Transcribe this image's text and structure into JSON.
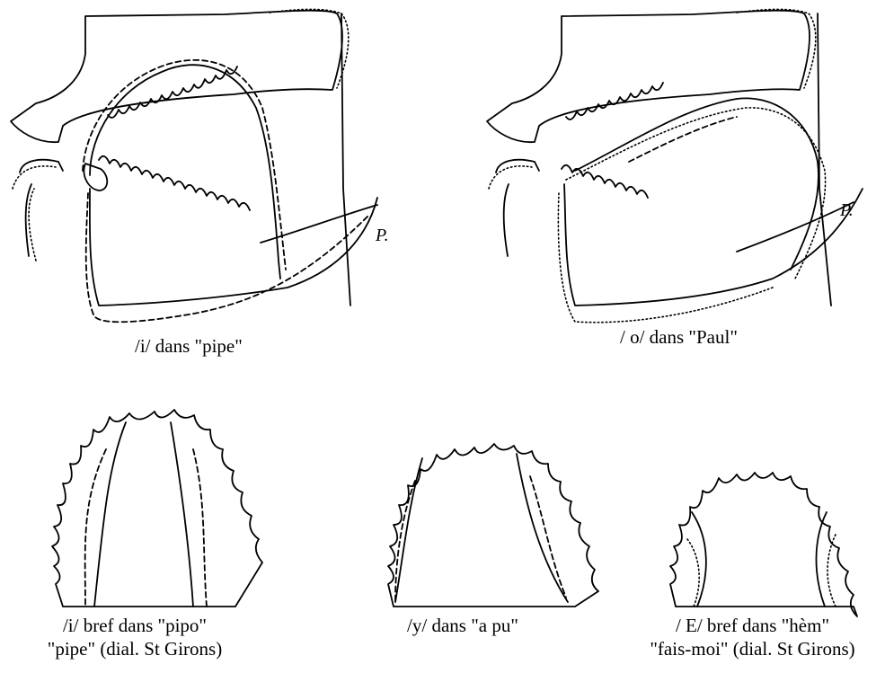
{
  "figures": {
    "sagittal_i": {
      "caption": "/i/ dans \"pipe\"",
      "marker": "P."
    },
    "sagittal_o": {
      "caption": "/ o/ dans \"Paul\"",
      "marker": "P."
    },
    "palate_i": {
      "caption_line1": "/i/ bref dans \"pipo\"",
      "caption_line2": "\"pipe\" (dial. St Girons)"
    },
    "palate_y": {
      "caption": "/y/ dans \"a pu\""
    },
    "palate_e": {
      "caption_line1": "/ E/ bref dans \"hèm\"",
      "caption_line2": "\"fais-moi\" (dial. St Girons)"
    }
  }
}
